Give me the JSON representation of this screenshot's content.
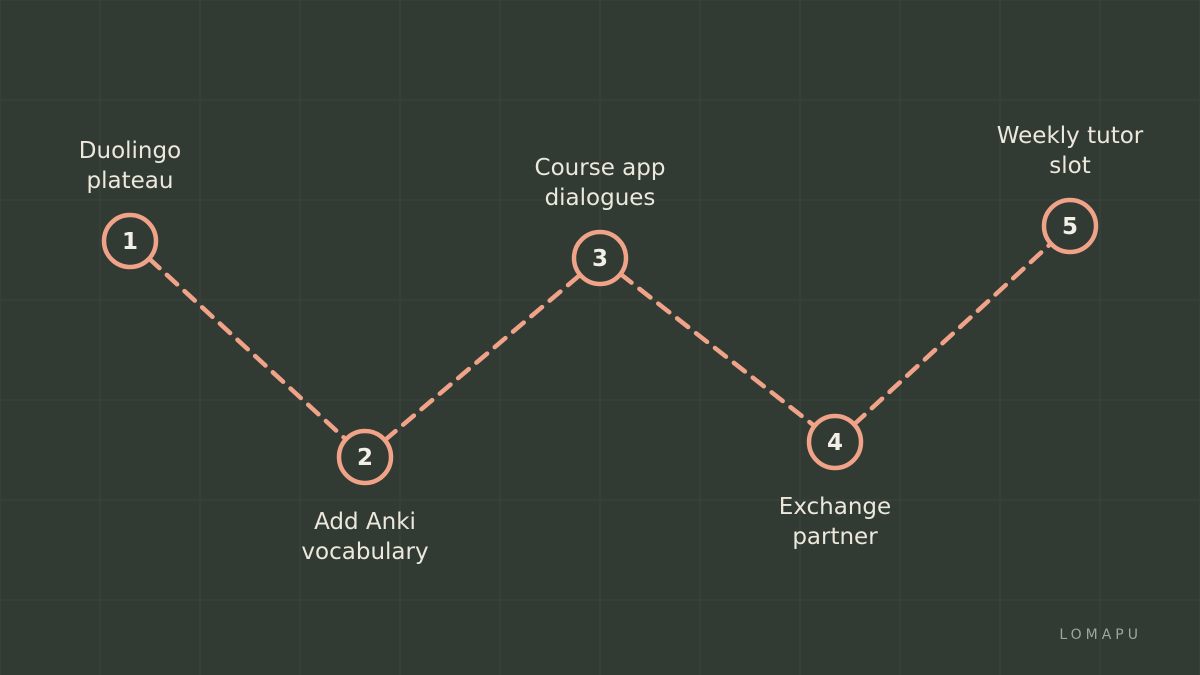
{
  "colors": {
    "background": "#313a33",
    "grid": "#3a443c",
    "accent": "#f0a388",
    "text": "#ece8dc"
  },
  "brand": "LOMAPU",
  "steps": [
    {
      "number": "1",
      "lines": [
        "Duolingo",
        "plateau"
      ]
    },
    {
      "number": "2",
      "lines": [
        "Add Anki",
        "vocabulary"
      ]
    },
    {
      "number": "3",
      "lines": [
        "Course app",
        "dialogues"
      ]
    },
    {
      "number": "4",
      "lines": [
        "Exchange",
        "partner"
      ]
    },
    {
      "number": "5",
      "lines": [
        "Weekly tutor",
        "slot"
      ]
    }
  ]
}
